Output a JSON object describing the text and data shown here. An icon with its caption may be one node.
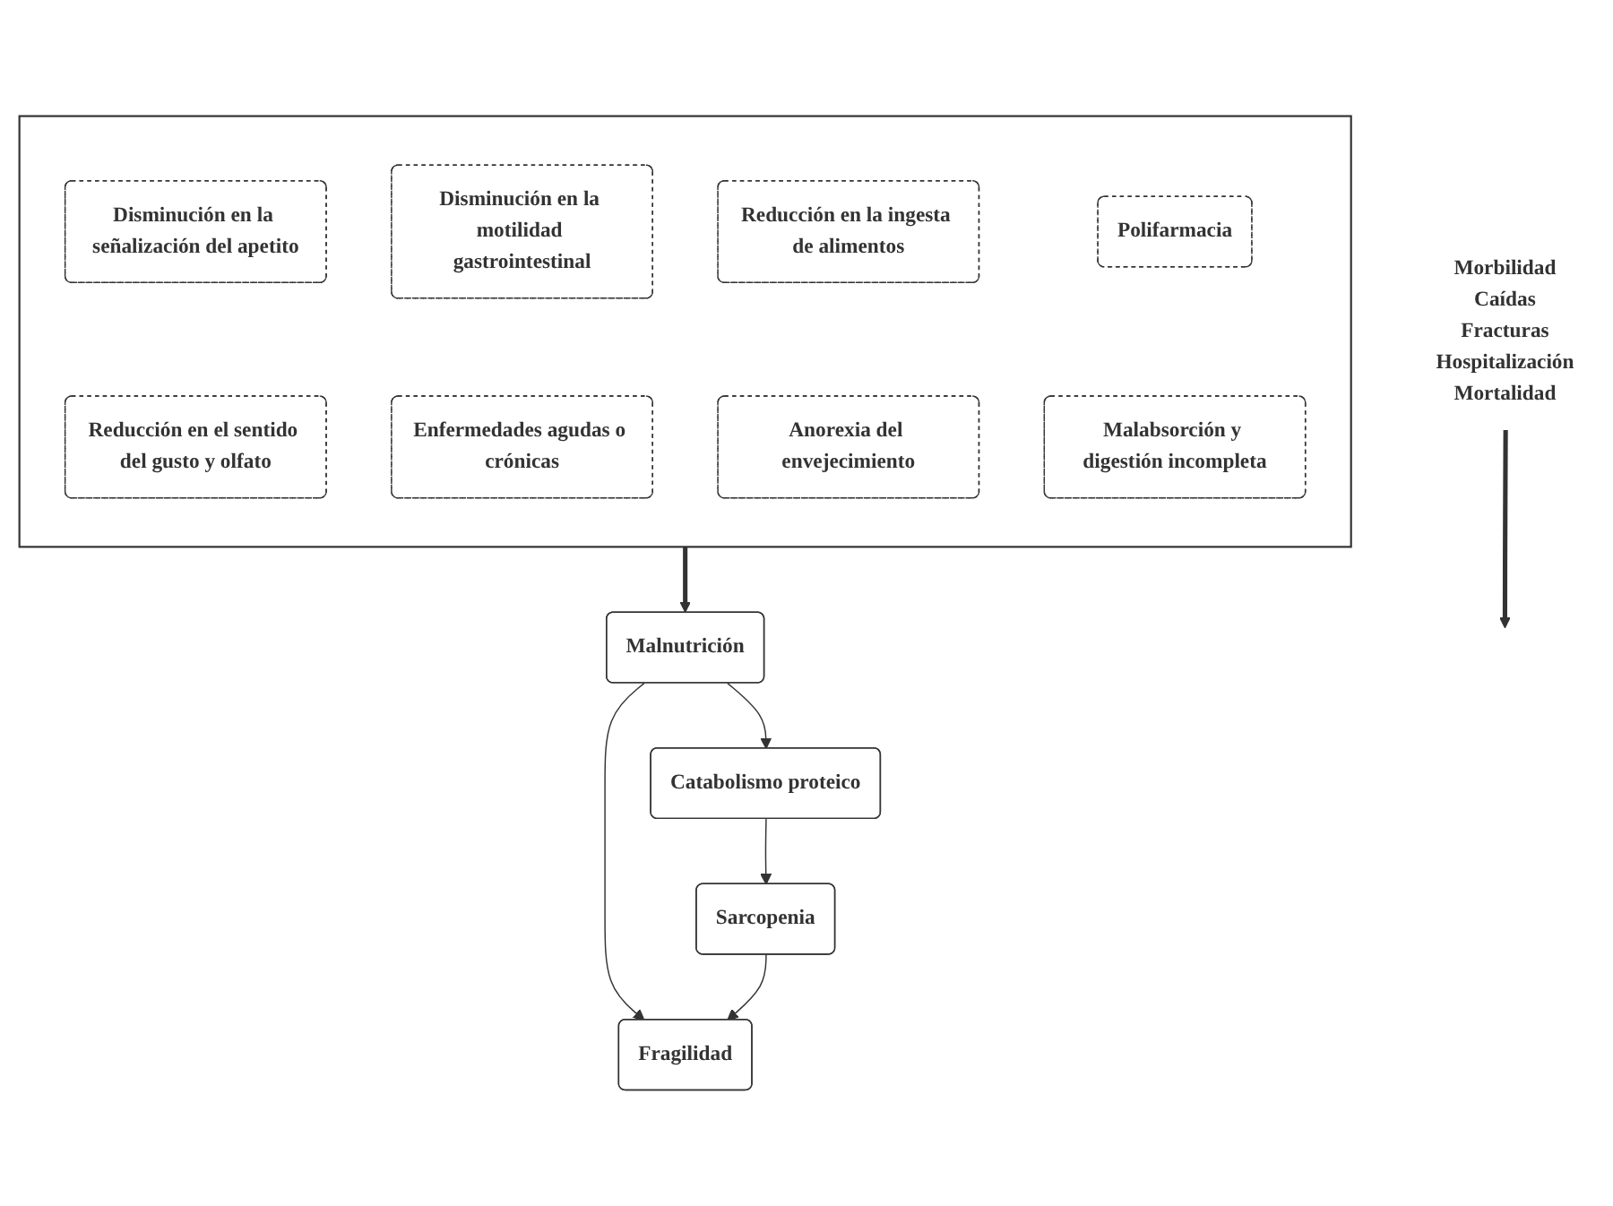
{
  "diagram": {
    "nodes": [
      {
        "text": [],
        "shape": "box"
      },
      {
        "text": [
          "Disminución en la señalización del apetito"
        ],
        "in": 0
      },
      {
        "text": [
          "Disminución en la motilidad gastrointestinal"
        ],
        "in": 0
      },
      {
        "text": [
          "Reducción en la ingesta de alimentos"
        ],
        "in": 0
      },
      {
        "text": [
          "Polifarmacia"
        ],
        "in": 0
      },
      {
        "text": [
          "Reducción en el sentido del gusto y olfato"
        ],
        "in": 0
      },
      {
        "text": [
          "Enfermedades agudas o crónicas"
        ],
        "in": 0
      },
      {
        "text": [
          "Anorexia del envejecimiento"
        ],
        "in": 0
      },
      {
        "text": [
          "Malabsorción y digestión incompleta"
        ],
        "in": 0
      },
      {
        "text": [
          "Malnutrición"
        ]
      },
      {
        "text": [
          "Catabolismo proteico"
        ]
      },
      {
        "text": [
          "Sarcopenia"
        ]
      },
      {
        "text": [
          "Fragilidad"
        ]
      },
      {
        "text": [
          "Morbilidad",
          "Caídas",
          "Fracturas",
          "Hospitalización",
          "Mortalidad"
        ]
      }
    ],
    "edges": [
      {
        "from": 0,
        "to": 9,
        "arrow": "to",
        "style": "thick"
      },
      {
        "from": 9,
        "to": 10,
        "arrow": "to"
      },
      {
        "from": 9,
        "to": 12,
        "arrow": "to"
      },
      {
        "from": 10,
        "to": 11,
        "arrow": "to"
      },
      {
        "from": 11,
        "to": 12,
        "arrow": "to"
      },
      {
        "from": 13,
        "to": null,
        "arrow": "to",
        "style": "thick"
      }
    ]
  }
}
